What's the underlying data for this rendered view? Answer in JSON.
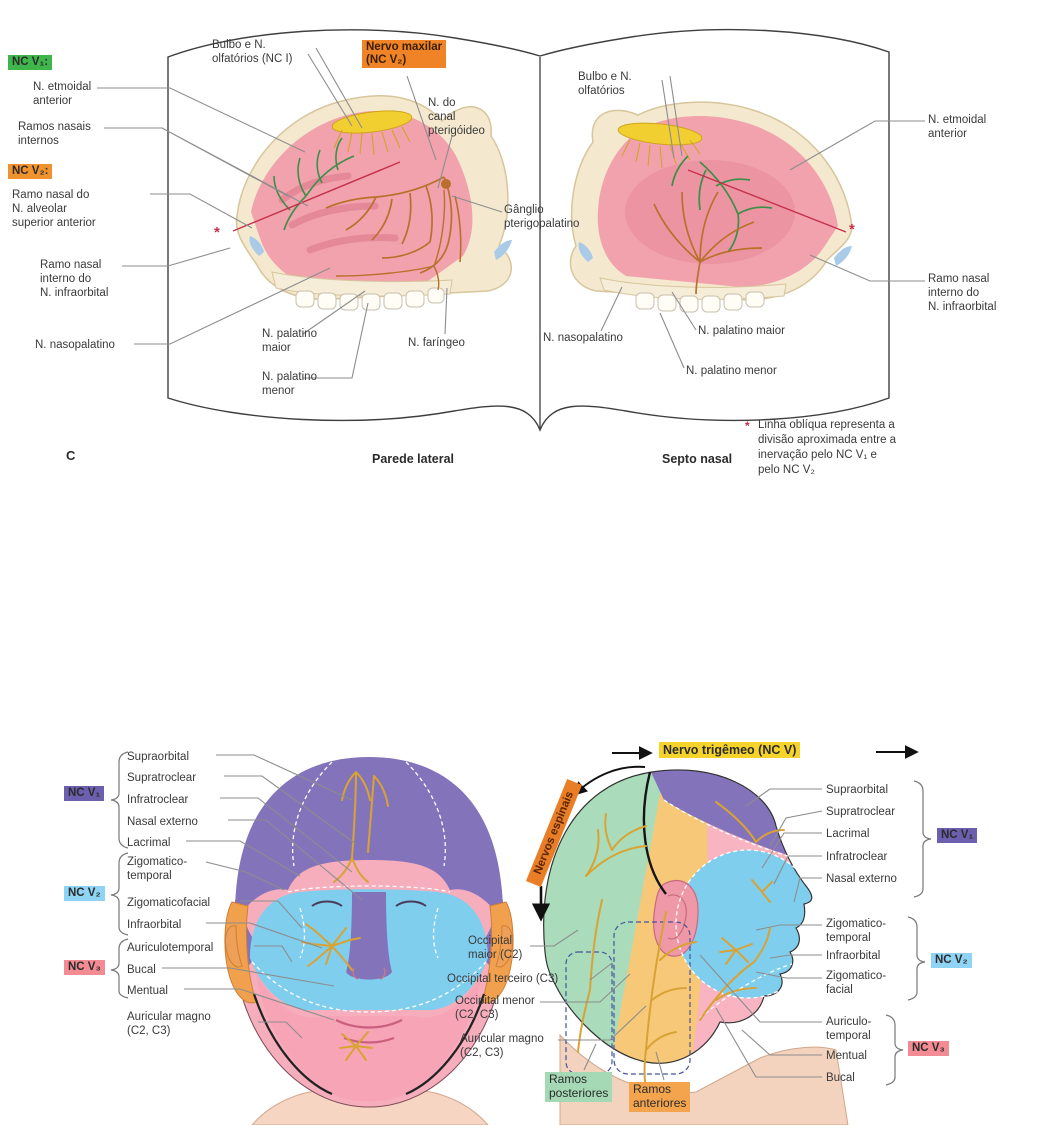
{
  "palette": {
    "green_badge": "#3fb64b",
    "orange_badge": "#f0922e",
    "maxilar_badge": "#ef8326",
    "purple_badge": "#6c5fae",
    "blue_badge": "#8fd3f5",
    "salmon_badge": "#f28b93",
    "yellow_badge": "#f6d32a",
    "spinal_badge": "#e97e26",
    "post_badge": "#a5d9b6",
    "ant_badge": "#f3a44d",
    "nerve_gold": "#d8a334",
    "asterisk_red": "#c5314b"
  },
  "figC": {
    "panel": "C",
    "captions": {
      "left": "Parede lateral",
      "right": "Septo nasal"
    },
    "badges": {
      "ncv1": "NC V₁:",
      "ncv2": "NC V₂:",
      "maxilar": "Nervo maxilar\n(NC V₂)"
    },
    "left_labels": {
      "etmoidal": "N. etmoidal\nanterior",
      "ramos_nasais": "Ramos nasais\ninternos",
      "ramo_alveolar": "Ramo nasal do\nN. alveolar\nsuperior anterior",
      "ramo_infraorbital": "Ramo nasal\ninterno do\nN. infraorbital",
      "nasopalatino": "N. nasopalatino"
    },
    "mid_labels": {
      "bulbo_left": "Bulbo e N.\nolfatórios (NC I)",
      "canal_pterigoideo": "N. do\ncanal\npterigóideo",
      "ganglio": "Gânglio\npterigopalatino",
      "palatino_maior": "N. palatino\nmaior",
      "palatino_menor": "N. palatino\nmenor",
      "faringeo": "N. faríngeo"
    },
    "right_page_labels": {
      "bulbo": "Bulbo e N.\nolfatórios",
      "nasopalatino": "N. nasopalatino",
      "palatino_maior": "N. palatino maior",
      "palatino_menor": "N. palatino menor"
    },
    "far_right_labels": {
      "etmoidal": "N. etmoidal\nanterior",
      "ramo_infraorbital": "Ramo nasal\ninterno do\nN. infraorbital"
    },
    "footnote": {
      "symbol": "*",
      "text": "Linha oblíqua representa a\ndivisão aproximada entre a\ninervação pelo NC V₁ e\npelo NC V₂"
    },
    "asterisk": "*"
  },
  "fig2": {
    "title_badge": "Nervo trigêmeo (NC V)",
    "spinal_badge": "Nervos espinais",
    "left": {
      "v1": {
        "badge": "NC V₁",
        "items": [
          "Supraorbital",
          "Supratroclear",
          "Infratroclear",
          "Nasal externo",
          "Lacrimal"
        ]
      },
      "v2": {
        "badge": "NC V₂",
        "items": [
          "Zigomatico-\ntemporal",
          "Zigomaticofacial",
          "Infraorbital"
        ]
      },
      "v3": {
        "badge": "NC V₃",
        "items": [
          "Auriculotemporal",
          "Bucal",
          "Mentual"
        ]
      },
      "auricular": "Auricular magno\n(C2, C3)"
    },
    "mid": {
      "occipital_maior": "Occipital\nmaior (C2)",
      "occipital_terceiro": "Occipital terceiro (C3)",
      "occipital_menor": "Occipital menor\n(C2, C3)",
      "auricular_magno": "Auricular magno\n(C2, C3)"
    },
    "right": {
      "v1": {
        "badge": "NC V₁",
        "items": [
          "Supraorbital",
          "Supratroclear",
          "Lacrimal",
          "Infratroclear",
          "Nasal externo"
        ]
      },
      "v2": {
        "badge": "NC V₂",
        "items": [
          "Zigomatico-\ntemporal",
          "Infraorbital",
          "Zigomatico-\nfacial"
        ]
      },
      "v3": {
        "badge": "NC V₃",
        "items": [
          "Auriculo-\ntemporal",
          "Mentual",
          "Bucal"
        ]
      }
    },
    "bottom_badges": {
      "posteriores": "Ramos\nposteriores",
      "anteriores": "Ramos\nanteriores"
    }
  }
}
